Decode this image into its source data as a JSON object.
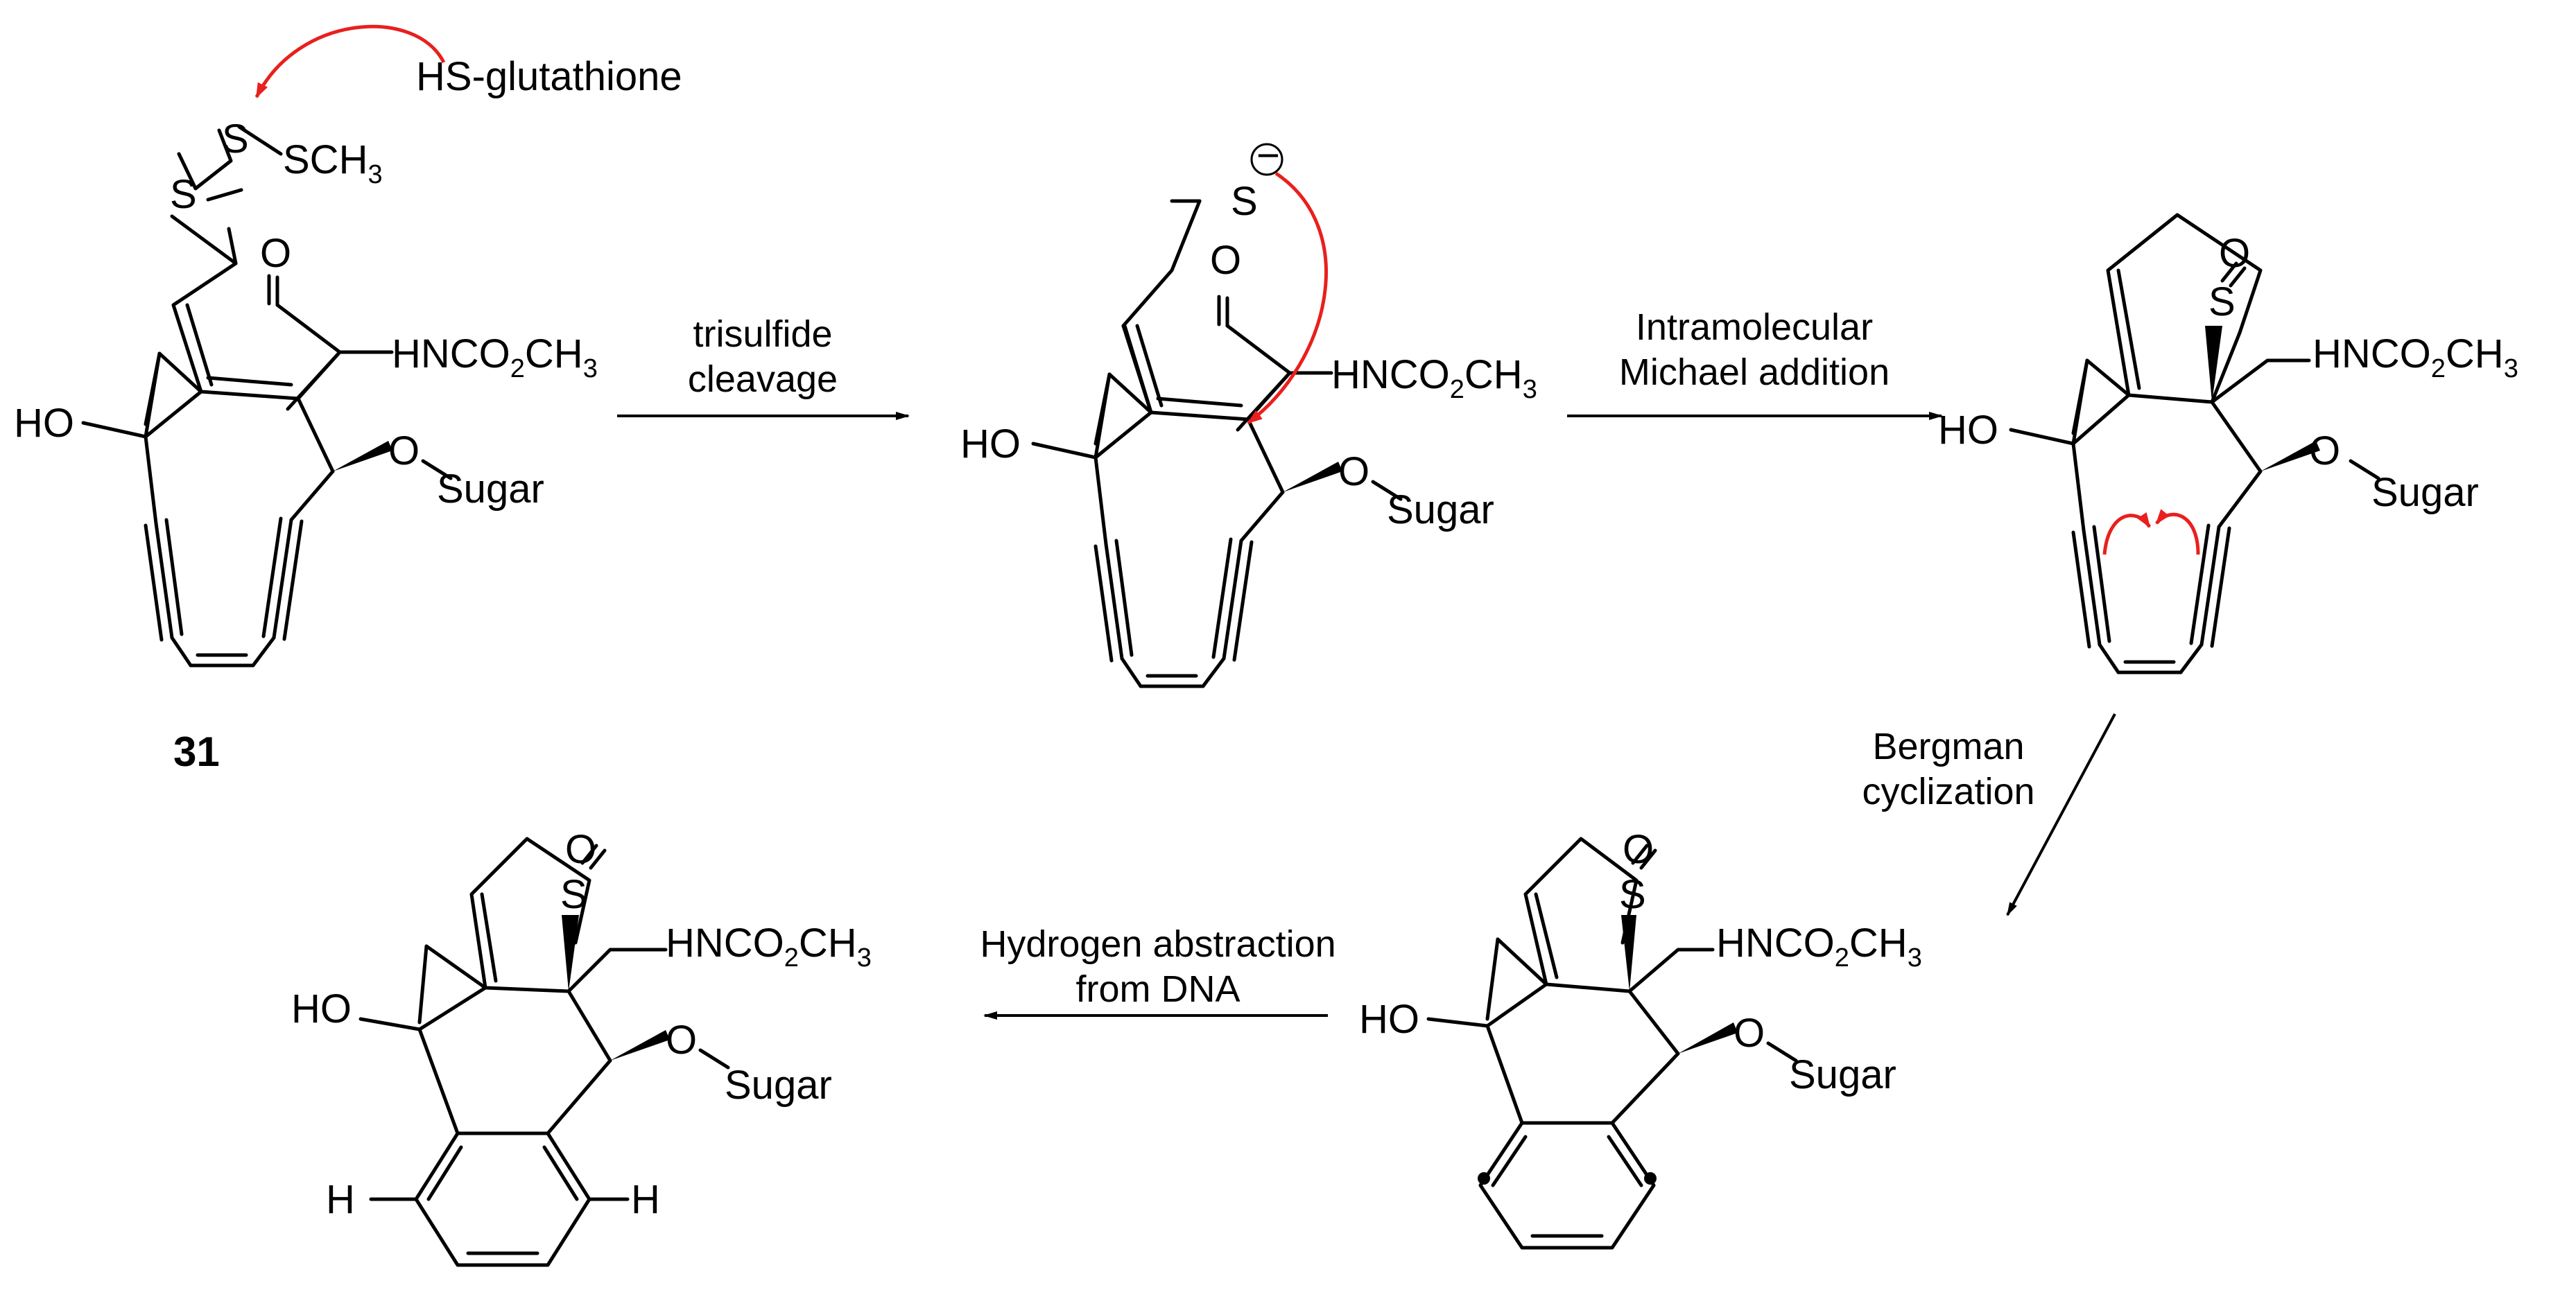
{
  "accent_color": "#e8201e",
  "labels": {
    "ho": "HO",
    "o": "O",
    "s": "S",
    "sugar": "Sugar",
    "h": "H",
    "hnc_main": "HNCO",
    "hnc_sub": "2",
    "hnc_tail": "CH",
    "hnc_sub2": "3",
    "sch_main": "SCH",
    "sch_sub": "3",
    "glutathione": "HS-glutathione",
    "anion": "−"
  },
  "compound_number": "31",
  "steps": [
    {
      "line1": "trisulfide",
      "line2": "cleavage"
    },
    {
      "line1": "Intramolecular",
      "line2": "Michael addition"
    },
    {
      "line1": "Bergman",
      "line2": "cyclization"
    },
    {
      "line1": "Hydrogen abstraction",
      "line2": "from DNA"
    }
  ]
}
